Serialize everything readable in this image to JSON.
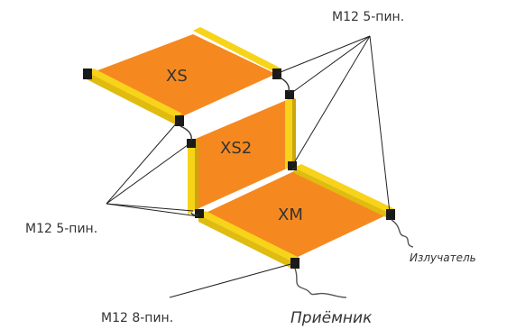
{
  "panels": [
    {
      "id": "xs",
      "label": "XS"
    },
    {
      "id": "xs2",
      "label": "XS2"
    },
    {
      "id": "xm",
      "label": "XM"
    }
  ],
  "labels": {
    "connector_top": "M12 5-пин.",
    "connector_left": "M12 5-пин.",
    "connector_bottom": "M12 8-пин.",
    "emitter": "Излучатель",
    "receiver": "Приёмник"
  },
  "colors": {
    "field": "#f5891f",
    "bar": "#f7d31a",
    "bar_dark": "#c9a70c",
    "connector": "#1a1a1a",
    "line": "#222222"
  }
}
